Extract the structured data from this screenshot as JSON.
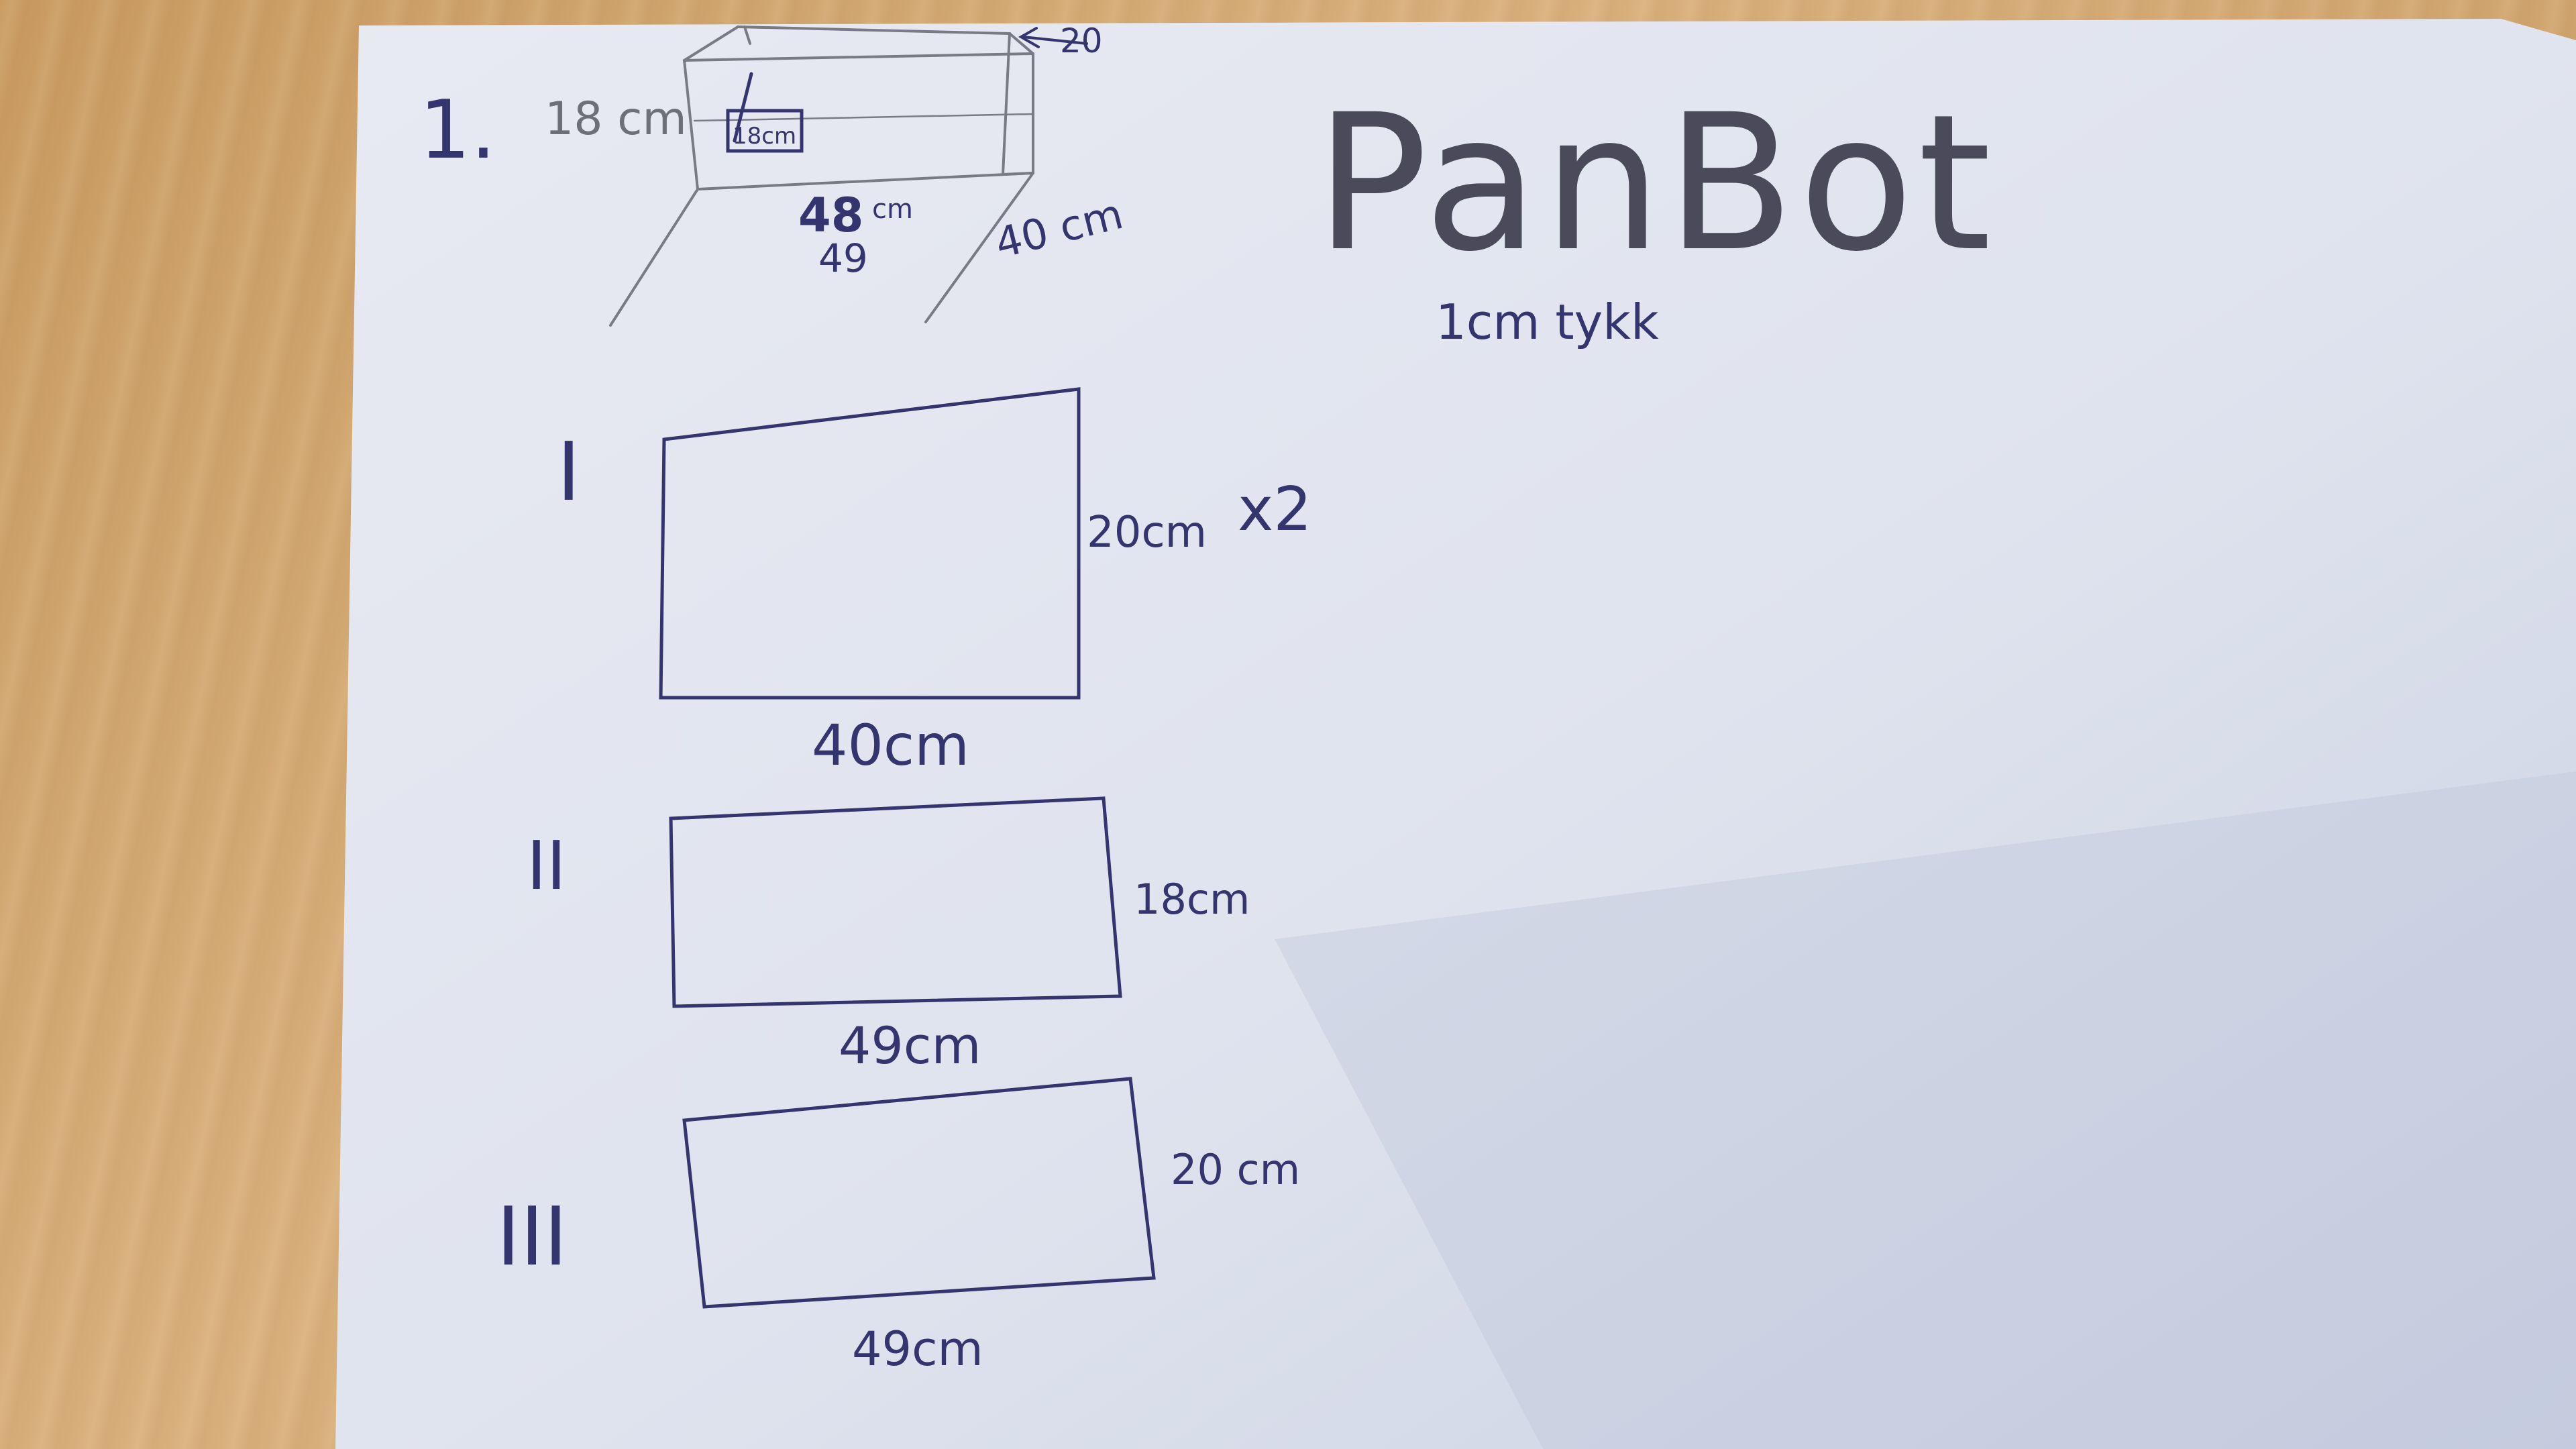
{
  "title": "PanBot",
  "subtitle": "1cm tykk",
  "overview": {
    "number": "1.",
    "height_label": "18 cm",
    "inner_label": "18cm",
    "depth_top_label": "20",
    "width_label_struck": "48",
    "width_label_unit": "cm",
    "width_label": "49",
    "length_label": "40 cm"
  },
  "parts": [
    {
      "roman": "I",
      "side_label": "20cm",
      "bottom_label": "40cm",
      "count": "x2"
    },
    {
      "roman": "II",
      "side_label": "18cm",
      "bottom_label": "49cm"
    },
    {
      "roman": "III",
      "side_label": "20 cm",
      "bottom_label": "49cm"
    }
  ],
  "colors": {
    "paper": "#dfe3ee",
    "ink": "#34356e",
    "pencil": "#6f6f7a",
    "wood": "#c99b62"
  }
}
